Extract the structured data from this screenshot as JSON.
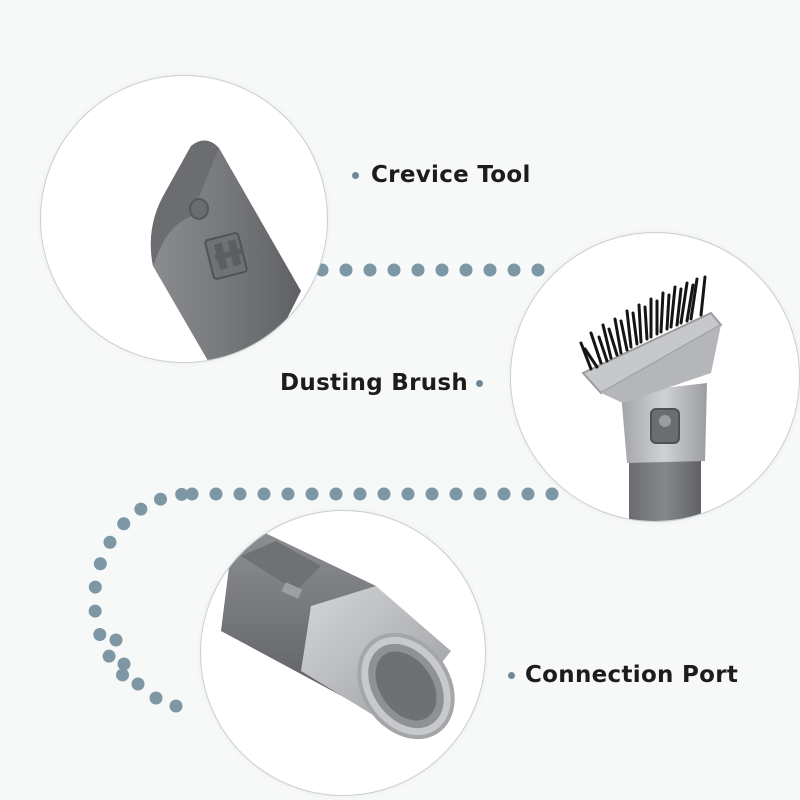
{
  "labels": {
    "crevice_tool": "Crevice Tool",
    "dusting_brush": "Dusting Brush",
    "connection_port": "Connection Port"
  },
  "colors": {
    "dot": "#7d97a5",
    "circle_border": "#c9cfd2",
    "tool_grey": "#7b7d80",
    "accent_silver": "#b8babd",
    "bristle": "#1a1a1a"
  },
  "icons": [
    "crevice-tool-image",
    "dusting-brush-image",
    "connection-port-image"
  ]
}
